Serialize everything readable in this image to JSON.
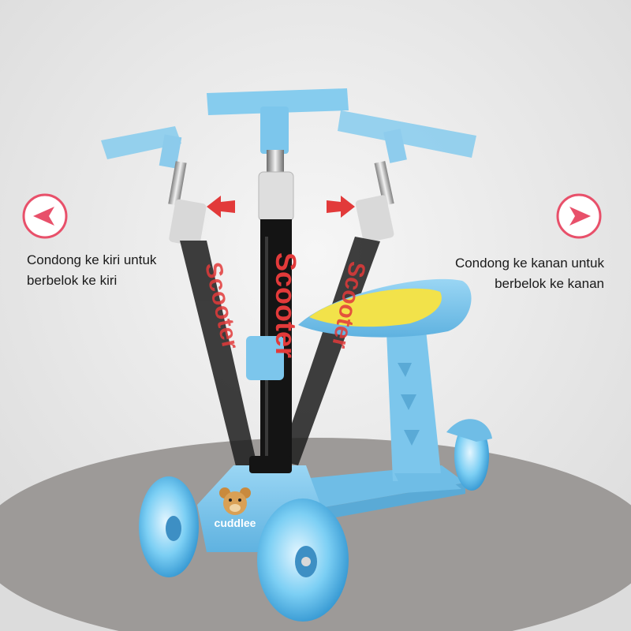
{
  "left_hint": {
    "line1": "Condong ke kiri untuk",
    "line2": "berbelok ke kiri",
    "icon": "arrow-left-circle-icon"
  },
  "right_hint": {
    "line1": "Condong ke kanan untuk",
    "line2": "berbelok ke kanan",
    "icon": "arrow-right-circle-icon"
  },
  "product": {
    "stem_text": "Scooter",
    "brand": "cuddlee"
  },
  "colors": {
    "scooter_blue": "#7cc6ec",
    "seat_yellow": "#f2e24a",
    "accent_red": "#e23a3a",
    "circle_pink": "#e8506a",
    "background": "#e8e8e8",
    "floor": "#9d9a98"
  }
}
